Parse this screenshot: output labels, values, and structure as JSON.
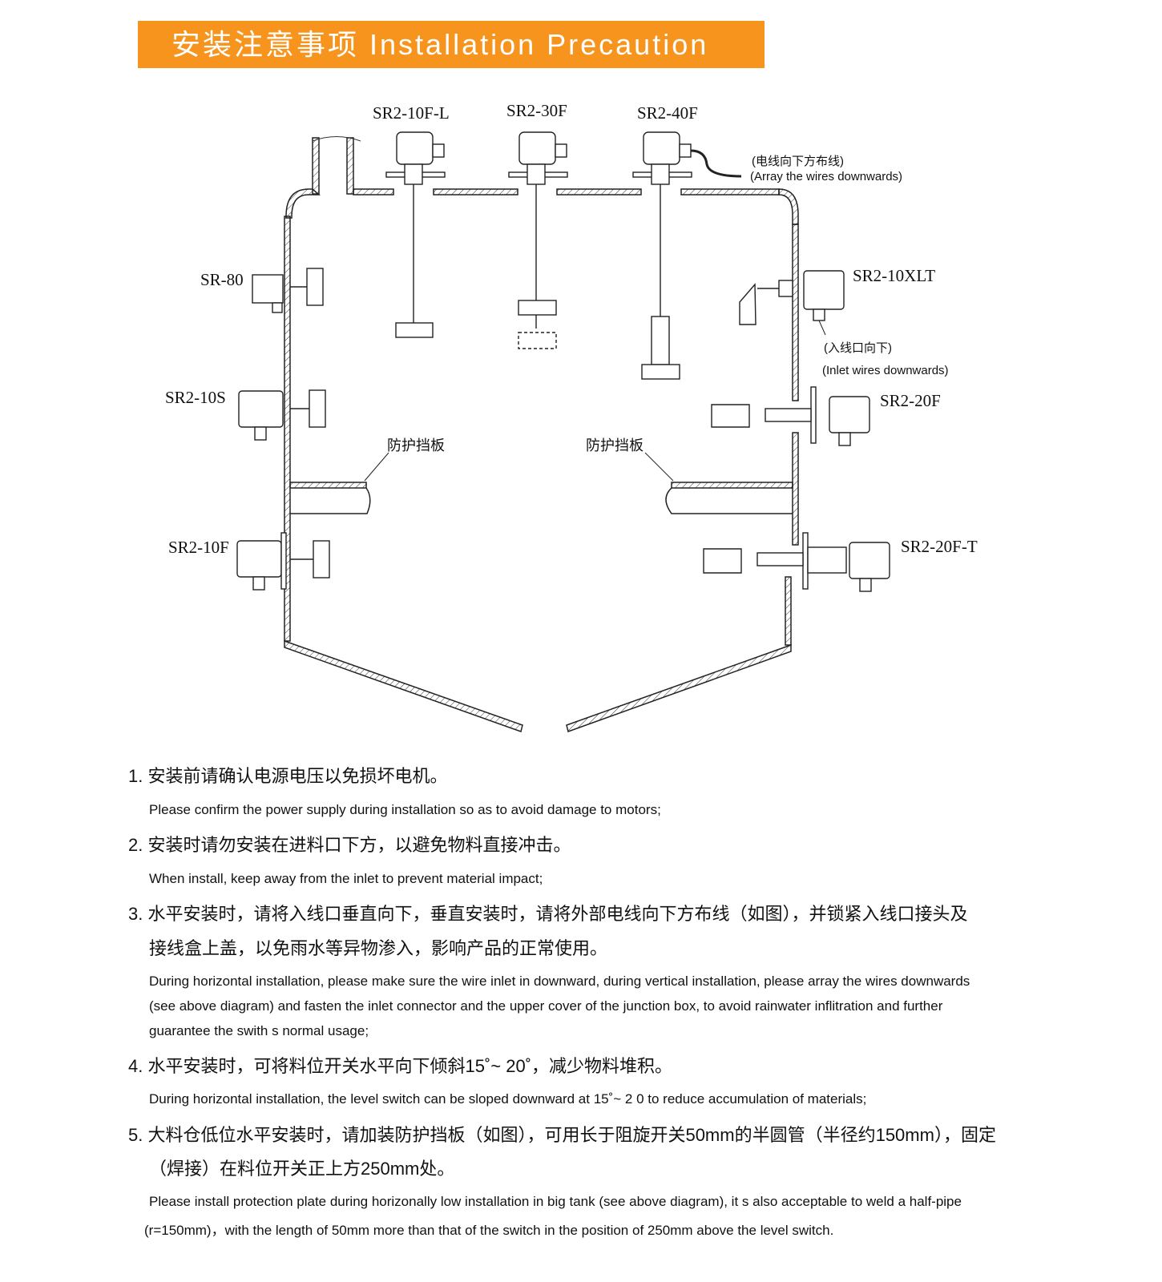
{
  "header": {
    "title_cn": "安装注意事项",
    "title_en": "Installation  Precaution"
  },
  "colors": {
    "banner": "#f7941d"
  },
  "diagram": {
    "top_models": [
      "SR2-10F-L",
      "SR2-30F",
      "SR2-40F"
    ],
    "left_models": [
      "SR-80",
      "SR2-10S",
      "SR2-10F"
    ],
    "right_models": [
      "SR2-10XLT",
      "SR2-20F",
      "SR2-20F-T"
    ],
    "wire_note_cn": "(电线向下方布线)",
    "wire_note_en": "(Array the wires downwards)",
    "inlet_note_cn": "(入线口向下)",
    "inlet_note_en": "(Inlet wires downwards)",
    "baffle_left": "防护挡板",
    "baffle_right": "防护挡板"
  },
  "notes": [
    {
      "cn": [
        "1. 安装前请确认电源电压以免损坏电机。"
      ],
      "en": [
        "Please confirm the power supply during installation so as to avoid damage to motors;"
      ]
    },
    {
      "cn": [
        "2. 安装时请勿安装在进料口下方，以避免物料直接冲击。"
      ],
      "en": [
        "When install, keep away from the inlet to prevent material impact;"
      ]
    },
    {
      "cn": [
        "3. 水平安装时，请将入线口垂直向下，垂直安装时，请将外部电线向下方布线（如图），并锁紧入线口接头及",
        "接线盒上盖，以免雨水等异物渗入，影响产品的正常使用。"
      ],
      "en": [
        "During horizontal installation, please make sure the wire inlet in downward, during vertical installation, please array the wires downwards",
        "(see above diagram) and fasten the inlet connector and the upper cover of the junction box, to avoid rainwater inflitration and further",
        "guarantee the swith s normal usage;"
      ]
    },
    {
      "cn": [
        "4. 水平安装时，可将料位开关水平向下倾斜15˚~ 20˚，减少物料堆积。"
      ],
      "en": [
        "During horizontal installation, the level switch can be sloped downward at 15˚~ 2 0   to reduce accumulation of materials;"
      ]
    },
    {
      "cn": [
        "5. 大料仓低位水平安装时，请加装防护挡板（如图），可用长于阻旋开关50mm的半圆管（半径约150mm），固定",
        "（焊接）在料位开关正上方250mm处。"
      ],
      "en": [
        "Please install protection plate during horizonally low installation in big tank (see above diagram), it s also acceptable to weld a half-pipe",
        "(r=150mm)，with the length of 50mm more than that of the switch in the position of 250mm above the level switch."
      ]
    }
  ]
}
